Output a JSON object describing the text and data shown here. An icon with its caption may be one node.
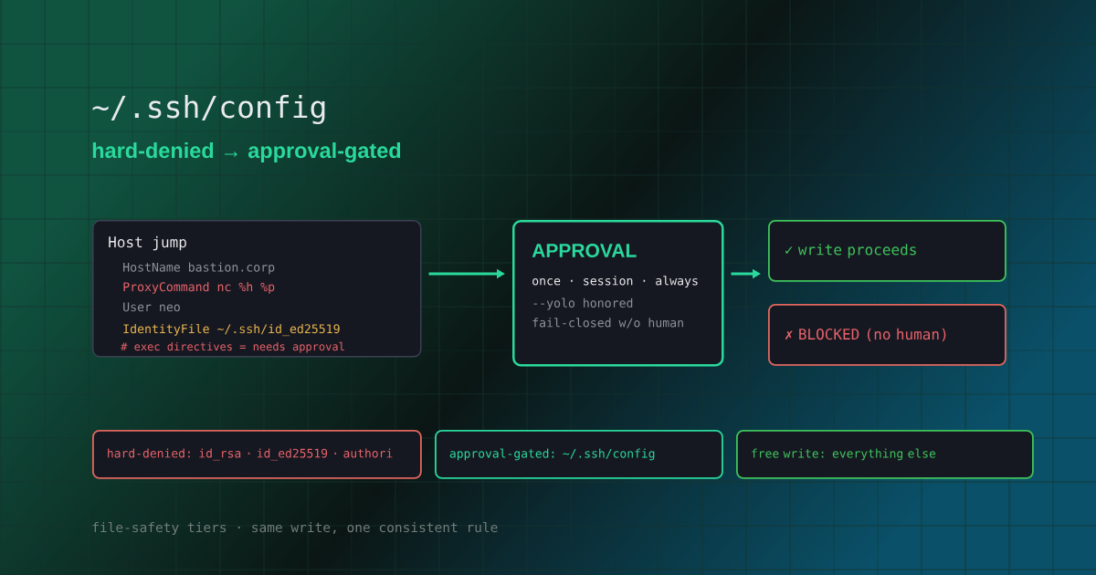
{
  "diagram": {
    "title": "~/.ssh/config",
    "caption": "file-safety tiers · same write, one consistent rule",
    "nodes": [
      {
        "text": [
          "Host jump",
          "HostName bastion.corp",
          "ProxyCommand nc %h %p",
          "User neo",
          "IdentityFile ~/.ssh/id_ed25519",
          "# exec directives = needs approval"
        ]
      },
      {
        "text": [
          "APPROVAL",
          "once · session · always",
          "--yolo honored",
          "fail-closed w/o human"
        ]
      },
      {
        "text": [
          "✓ write proceeds"
        ]
      },
      {
        "text": [
          "✗ BLOCKED (no human)"
        ]
      },
      {
        "text": [
          "hard-denied: id_rsa · id_ed25519 · authori"
        ]
      },
      {
        "text": [
          "approval-gated: ~/.ssh/config"
        ]
      },
      {
        "text": [
          "free write: everything else"
        ]
      }
    ],
    "edges": [
      {
        "from": 0,
        "to": 1,
        "arrow": "to"
      },
      {
        "from": 1,
        "to": 2,
        "arrow": "to"
      }
    ],
    "labels": [
      "hard-denied → approval-gated"
    ]
  }
}
